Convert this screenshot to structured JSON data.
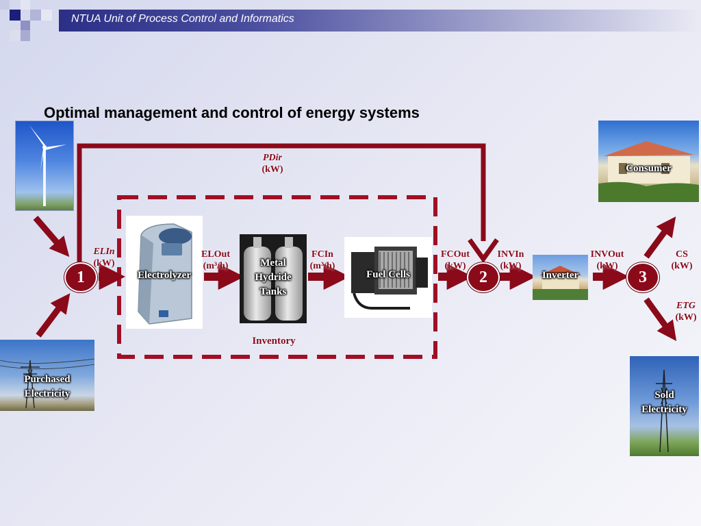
{
  "header": {
    "title": "NTUA Unit of Process Control and Informatics"
  },
  "slide": {
    "title": "Optimal management and control of energy systems"
  },
  "images": {
    "wind_turbine": "",
    "purchased": "Purchased Electricity",
    "electrolyzer": "Electrolyzer",
    "tanks": "Metal Hydride Tanks",
    "fuel_cells": "Fuel Cells",
    "inverter": "Inverter",
    "consumer": "Consumer",
    "sold": "Sold Electricity"
  },
  "flows": {
    "pdir": {
      "name": "PDir",
      "unit": "(kW)"
    },
    "elin": {
      "name": "ELIn",
      "unit": "(kW)"
    },
    "elout": {
      "name": "ELOut",
      "unit": "(m³/h)"
    },
    "fcin": {
      "name": "FCIn",
      "unit": "(m³/h)"
    },
    "fcout": {
      "name": "FCOut",
      "unit": "(kW)"
    },
    "invin": {
      "name": "INVIn",
      "unit": "(kW)"
    },
    "invout": {
      "name": "INVOut",
      "unit": "(kW)"
    },
    "cs": {
      "name": "CS",
      "unit": "(kW)"
    },
    "etg": {
      "name": "ETG",
      "unit": "(kW)"
    }
  },
  "inventory_label": "Inventory",
  "nodes": [
    "1",
    "2",
    "3"
  ],
  "colors": {
    "flow": "#8a0a1a",
    "header": "#2b2f86"
  }
}
